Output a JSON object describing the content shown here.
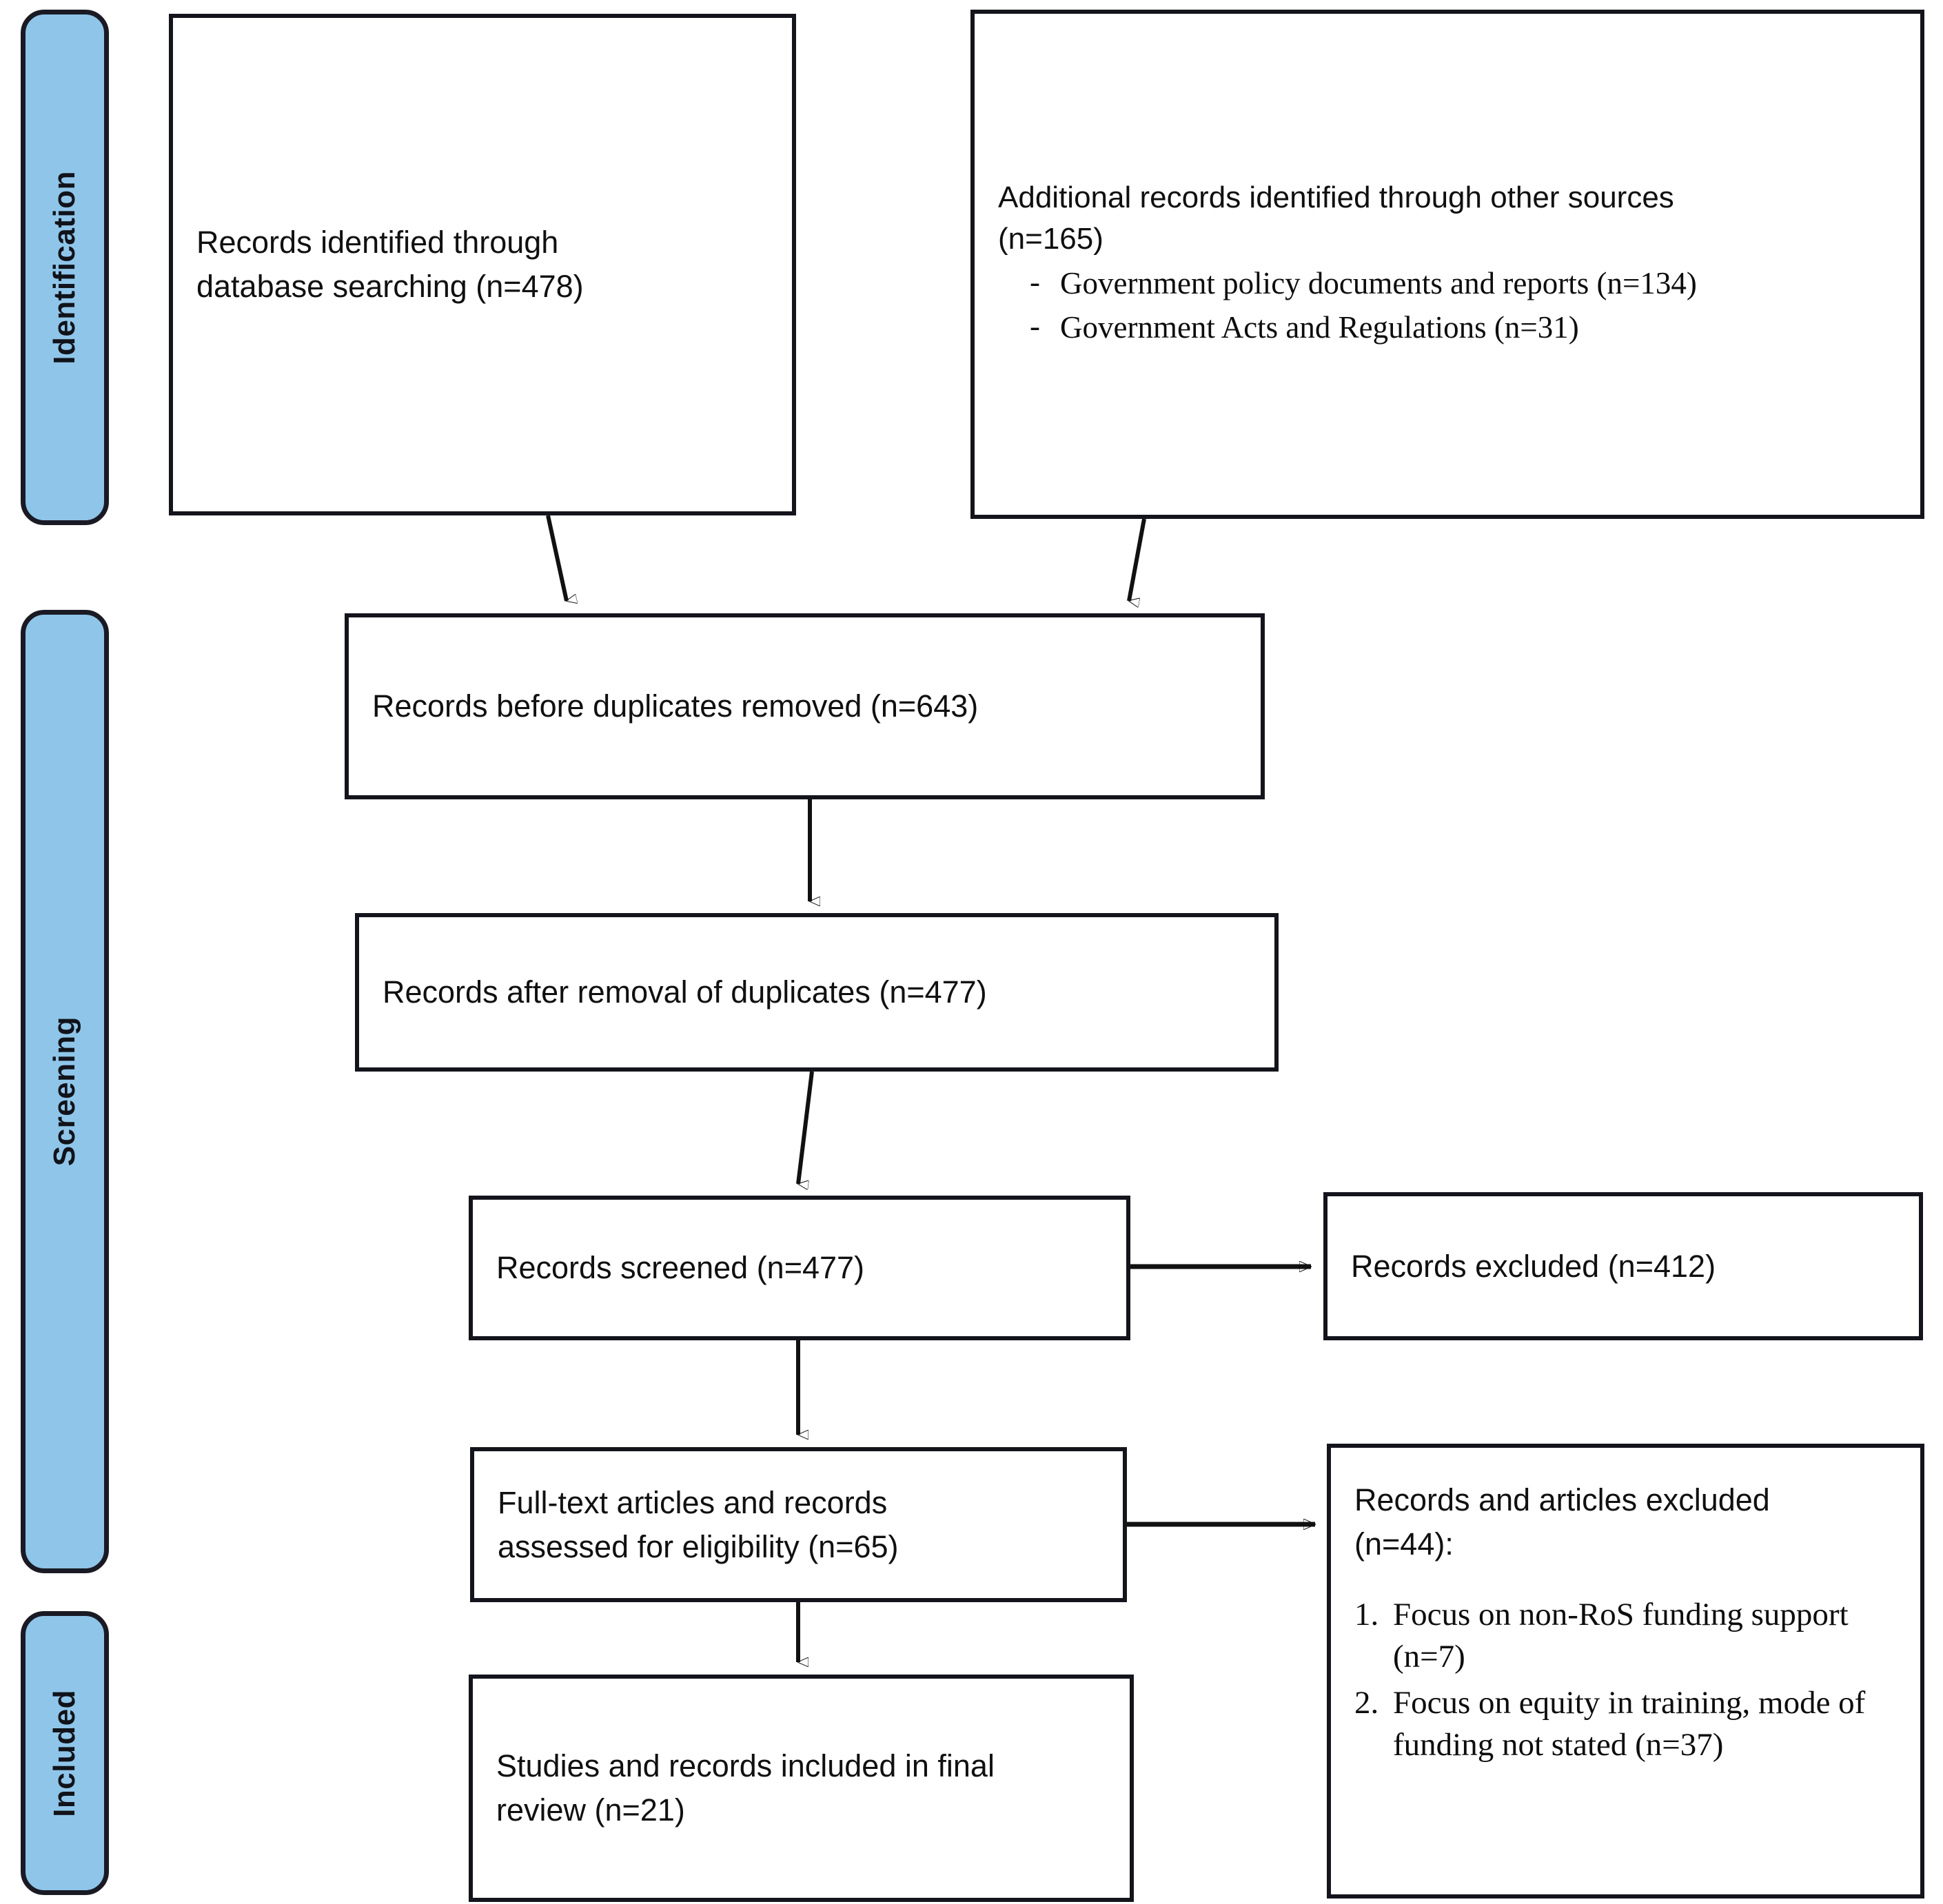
{
  "diagram": {
    "type": "prisma-flow-diagram",
    "title": "PRISMA flow diagram",
    "accent_blue": "#8fc5e9",
    "border_color": "#14141c",
    "text_color": "#101010"
  },
  "stages": [
    {
      "id": "identification",
      "label": "Identification"
    },
    {
      "id": "screening",
      "label": "Screening"
    },
    {
      "id": "included",
      "label": "Included"
    }
  ],
  "boxes": {
    "db_search": {
      "text": "Records identified through\ndatabase searching (n=478)"
    },
    "other_sources": {
      "lead": "Additional records identified through other sources\n(n=165)",
      "items": [
        "Government policy documents and reports (n=134)",
        "Government Acts and Regulations (n=31)"
      ],
      "dash": "-"
    },
    "before_duplicates": {
      "text": "Records before duplicates removed (n=643)"
    },
    "after_duplicates": {
      "text": "Records after removal of duplicates (n=477)"
    },
    "records_screened": {
      "text": "Records screened (n=477)"
    },
    "records_excluded": {
      "text": "Records excluded (n=412)"
    },
    "fulltext_assessed": {
      "text": "Full-text articles and records\nassessed for eligibility (n=65)"
    },
    "records_articles_excluded": {
      "lead": "Records and articles excluded\n(n=44):",
      "items": [
        {
          "num": "1.",
          "text": "Focus on non-RoS funding support (n=7)"
        },
        {
          "num": "2.",
          "text": "Focus on equity in training, mode of funding not stated (n=37)"
        }
      ]
    },
    "included_final": {
      "text": "Studies and records included in final\nreview (n=21)"
    }
  },
  "chart_data": {
    "type": "diagram",
    "title": "PRISMA flow diagram",
    "nodes": [
      {
        "id": "db_search",
        "label": "Records identified through database searching",
        "n": 478,
        "stage": "Identification"
      },
      {
        "id": "other_sources",
        "label": "Additional records identified through other sources",
        "n": 165,
        "stage": "Identification",
        "children": [
          {
            "label": "Government policy documents and reports",
            "n": 134
          },
          {
            "label": "Government Acts and Regulations",
            "n": 31
          }
        ]
      },
      {
        "id": "before_duplicates",
        "label": "Records before duplicates removed",
        "n": 643,
        "stage": "Screening"
      },
      {
        "id": "after_duplicates",
        "label": "Records after removal of duplicates",
        "n": 477,
        "stage": "Screening"
      },
      {
        "id": "records_screened",
        "label": "Records screened",
        "n": 477,
        "stage": "Screening"
      },
      {
        "id": "records_excluded",
        "label": "Records excluded",
        "n": 412,
        "stage": "Screening"
      },
      {
        "id": "fulltext_assessed",
        "label": "Full-text articles and records assessed for eligibility",
        "n": 65,
        "stage": "Screening"
      },
      {
        "id": "records_articles_excluded",
        "label": "Records and articles excluded",
        "n": 44,
        "stage": "Screening",
        "children": [
          {
            "label": "Focus on non-RoS funding support",
            "n": 7
          },
          {
            "label": "Focus on equity in training, mode of funding not stated",
            "n": 37
          }
        ]
      },
      {
        "id": "included_final",
        "label": "Studies and records included in final review",
        "n": 21,
        "stage": "Included"
      }
    ],
    "edges": [
      {
        "from": "db_search",
        "to": "before_duplicates"
      },
      {
        "from": "other_sources",
        "to": "before_duplicates"
      },
      {
        "from": "before_duplicates",
        "to": "after_duplicates"
      },
      {
        "from": "after_duplicates",
        "to": "records_screened"
      },
      {
        "from": "records_screened",
        "to": "records_excluded"
      },
      {
        "from": "records_screened",
        "to": "fulltext_assessed"
      },
      {
        "from": "fulltext_assessed",
        "to": "records_articles_excluded"
      },
      {
        "from": "fulltext_assessed",
        "to": "included_final"
      }
    ]
  }
}
